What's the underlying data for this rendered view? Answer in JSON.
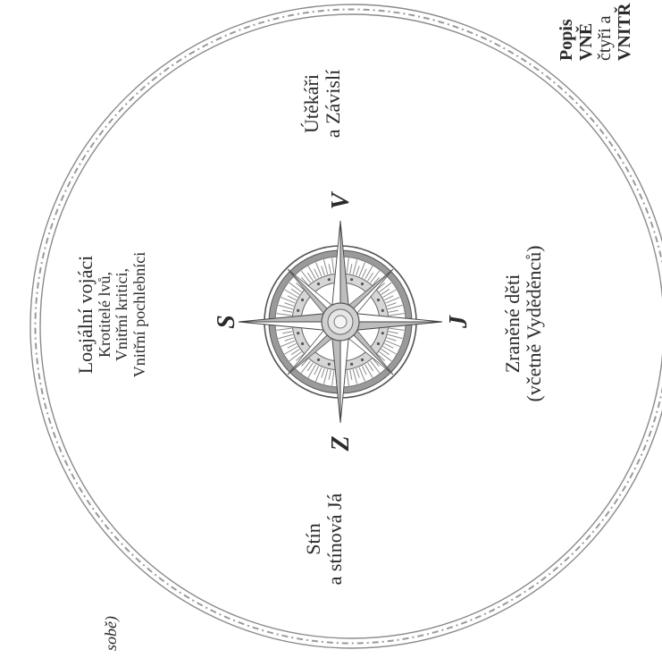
{
  "quadrants": {
    "north": {
      "lines": [
        "Loajální vojáci",
        "Krotitelé lvů,",
        "Vnitřní kritici,",
        "Vnitřní pochlebníci"
      ]
    },
    "east": {
      "lines": [
        "Útěkáři",
        "a Závislí"
      ]
    },
    "south": {
      "lines": [
        "Zraněné děti",
        "(včetně Vyděděnců)"
      ]
    },
    "west": {
      "lines": [
        "Stín",
        "a stínová Já"
      ]
    }
  },
  "compass": {
    "north_letter": "S",
    "east_letter": "V",
    "south_letter": "J",
    "west_letter": "Z"
  },
  "side_text": {
    "right": [
      "Popis",
      "VNĚ",
      "čtyři a",
      "VNITŘ"
    ],
    "left_fragment": "sobě)"
  },
  "colors": {
    "ink": "#2b2b2b",
    "border": "#8a8a8a",
    "compass_gray": "#9a9a9a",
    "compass_light": "#d6d6d6"
  }
}
